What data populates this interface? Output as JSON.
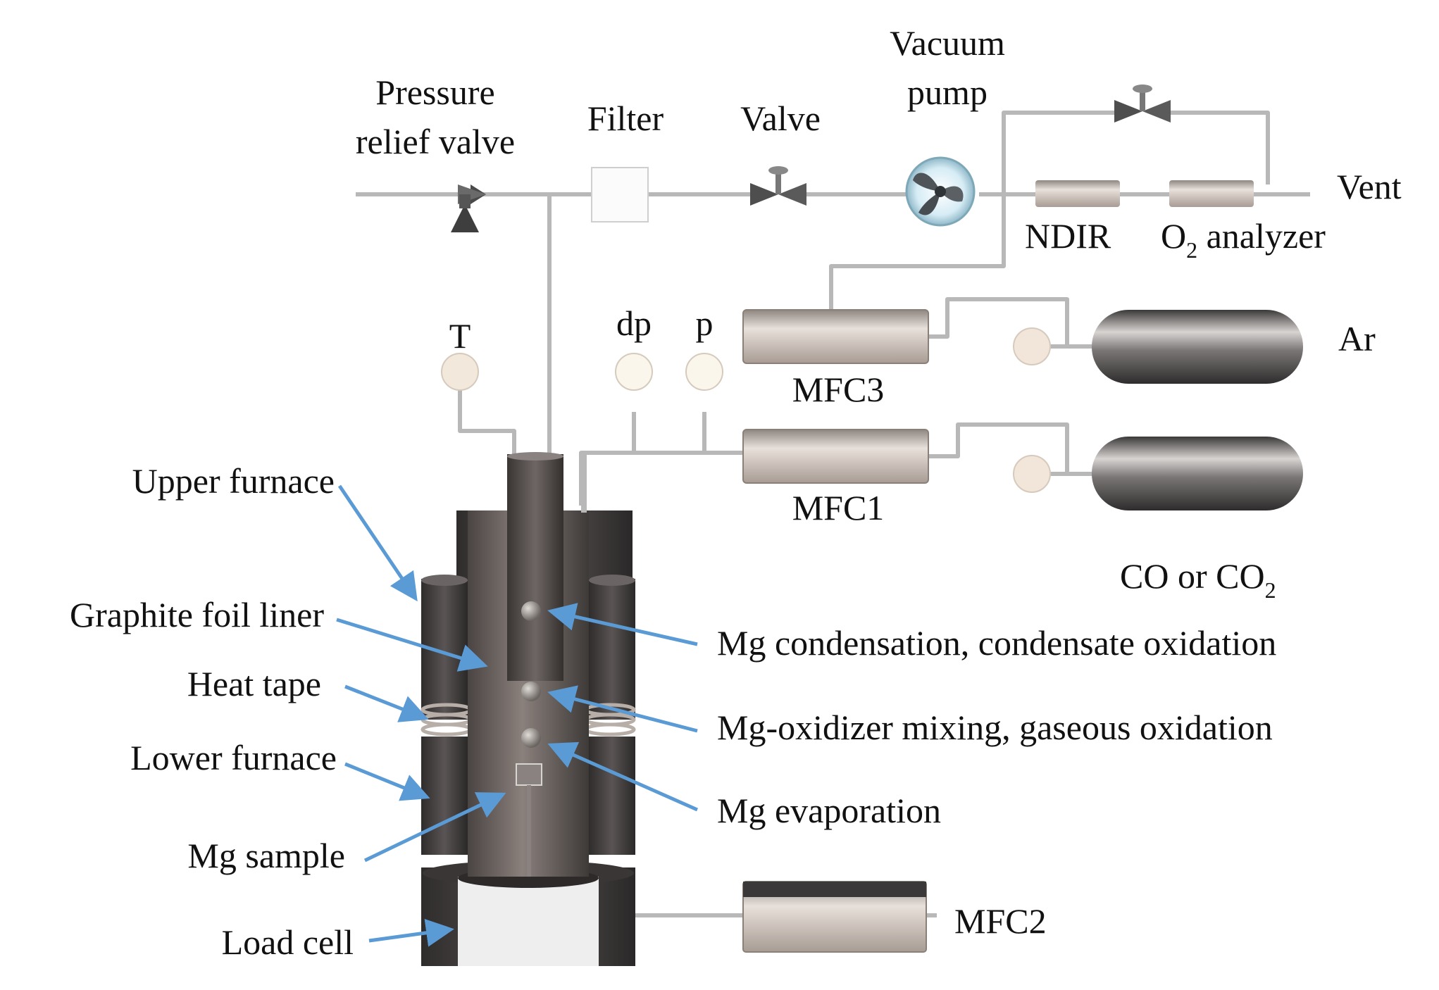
{
  "colors": {
    "arrow": "#5b9bd5",
    "pipe": "#b8b8b8",
    "furnace": "#4a4646",
    "liner": "#6e6664",
    "mfc_body": "#c8bcb4",
    "tank": "#8a8686",
    "gauge": "#f2e8dc"
  },
  "icons": {
    "pressure_relief_valve": "relief-valve-icon",
    "filter": "filter-box-icon",
    "valve": "butterfly-valve-icon",
    "vacuum_pump": "fan-pump-icon",
    "gauge": "dial-gauge-icon",
    "gas_tank": "gas-cylinder-icon"
  },
  "labels": {
    "pressure_relief_valve": [
      "Pressure",
      "relief valve"
    ],
    "filter": "Filter",
    "valve": "Valve",
    "vacuum_pump": [
      "Vacuum",
      "pump"
    ],
    "vent": "Vent",
    "ndir": "NDIR",
    "o2_prefix": "O",
    "o2_sub": "2",
    "o2_suffix": " analyzer",
    "t": "T",
    "dp": "dp",
    "p": "p",
    "mfc3": "MFC3",
    "mfc1": "MFC1",
    "mfc2": "MFC2",
    "ar": "Ar",
    "co_prefix": "CO or CO",
    "co_sub": "2",
    "upper_furnace": "Upper furnace",
    "graphite_foil_liner": "Graphite foil liner",
    "heat_tape": "Heat tape",
    "lower_furnace": "Lower furnace",
    "mg_sample": "Mg sample",
    "load_cell": "Load cell",
    "mg_condensation": "Mg condensation, condensate oxidation",
    "mg_mixing": "Mg-oxidizer mixing, gaseous oxidation",
    "mg_evaporation": "Mg evaporation"
  }
}
